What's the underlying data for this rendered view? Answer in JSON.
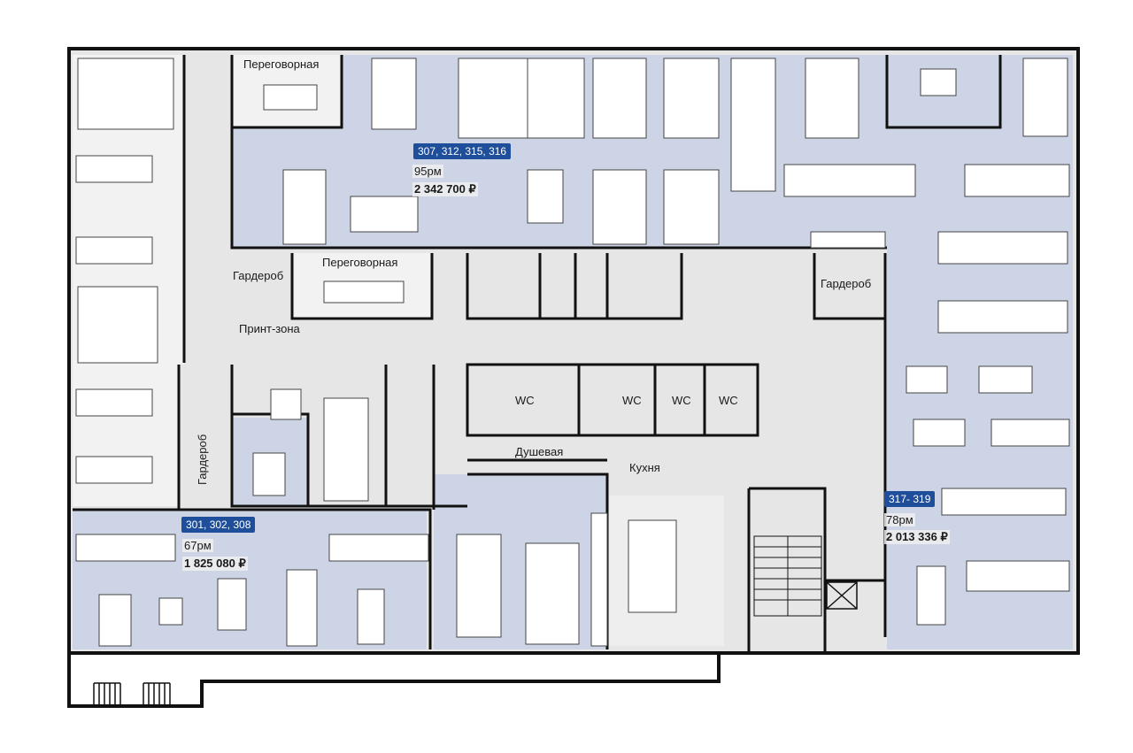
{
  "colors": {
    "wall": "#111111",
    "rented_zone": "#ccd4e6",
    "common_area": "#e6e6e6",
    "tag_bg": "#1f4f9a"
  },
  "rooms": {
    "meeting_1": "Переговорная",
    "meeting_2": "Переговорная",
    "wardrobe_left": "Гардероб",
    "wardrobe_right": "Гардероб",
    "wardrobe_vertical": "Гардероб",
    "print_zone": "Принт-зона",
    "wc_1": "WC",
    "wc_2": "WC",
    "wc_3": "WC",
    "wc_4": "WC",
    "shower": "Душевая",
    "kitchen": "Кухня"
  },
  "offices": [
    {
      "id": "top",
      "numbers": "307, 312, 315, 316",
      "workplaces": "95рм",
      "price": "2 342 700 ₽"
    },
    {
      "id": "bottom-left",
      "numbers": "301, 302, 308",
      "workplaces": "67рм",
      "price": "1 825 080 ₽"
    },
    {
      "id": "right",
      "numbers": "317- 319",
      "workplaces": "78рм",
      "price": "2 013 336 ₽"
    }
  ],
  "icons": [
    "door-icon",
    "stairs-icon",
    "elevator-icon",
    "sink-icon",
    "plant-icon"
  ]
}
